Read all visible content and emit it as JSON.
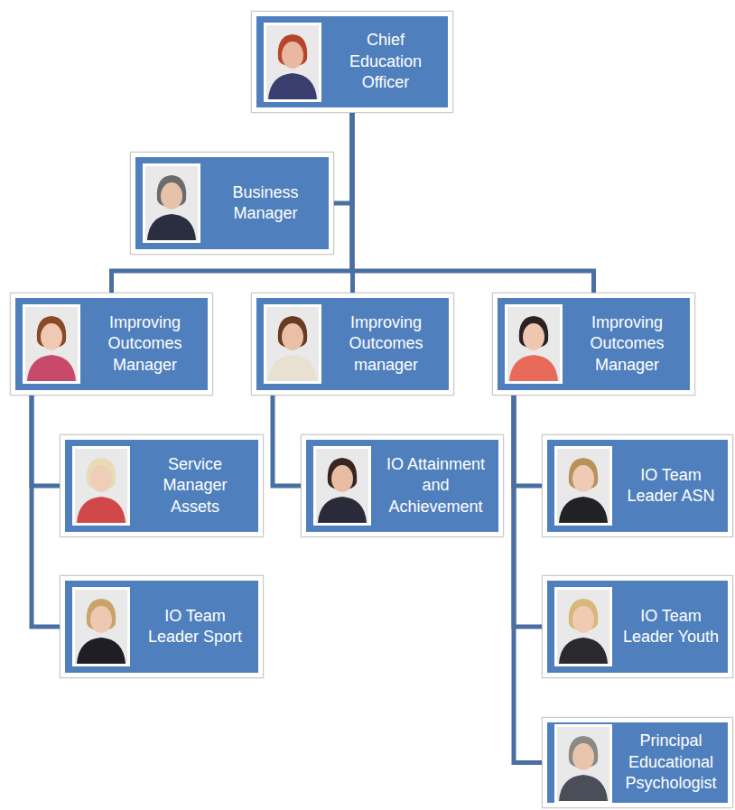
{
  "diagram": {
    "nodes": [
      {
        "text": [
          "Chief Education Officer"
        ]
      },
      {
        "text": [
          "Business Manager"
        ]
      },
      {
        "text": [
          "Improving Outcomes Manager"
        ]
      },
      {
        "text": [
          "Improving Outcomes manager"
        ]
      },
      {
        "text": [
          "Improving Outcomes Manager"
        ]
      },
      {
        "text": [
          "Service Manager Assets"
        ]
      },
      {
        "text": [
          "IO Team Leader Sport"
        ]
      },
      {
        "text": [
          "IO Attainment and Achievement"
        ]
      },
      {
        "text": [
          "IO Team Leader ASN"
        ]
      },
      {
        "text": [
          "IO Team Leader Youth"
        ]
      },
      {
        "text": [
          "Principal Educational Psychologist"
        ]
      }
    ],
    "edges": [
      {
        "from": 0,
        "to": 1,
        "arrow": "none"
      },
      {
        "from": 0,
        "to": 2,
        "arrow": "none"
      },
      {
        "from": 0,
        "to": 3,
        "arrow": "none"
      },
      {
        "from": 0,
        "to": 4,
        "arrow": "none"
      },
      {
        "from": 2,
        "to": 5,
        "arrow": "none"
      },
      {
        "from": 2,
        "to": 6,
        "arrow": "none"
      },
      {
        "from": 3,
        "to": 7,
        "arrow": "none"
      },
      {
        "from": 4,
        "to": 8,
        "arrow": "none"
      },
      {
        "from": 4,
        "to": 9,
        "arrow": "none"
      },
      {
        "from": 4,
        "to": 10,
        "arrow": "none"
      }
    ]
  }
}
